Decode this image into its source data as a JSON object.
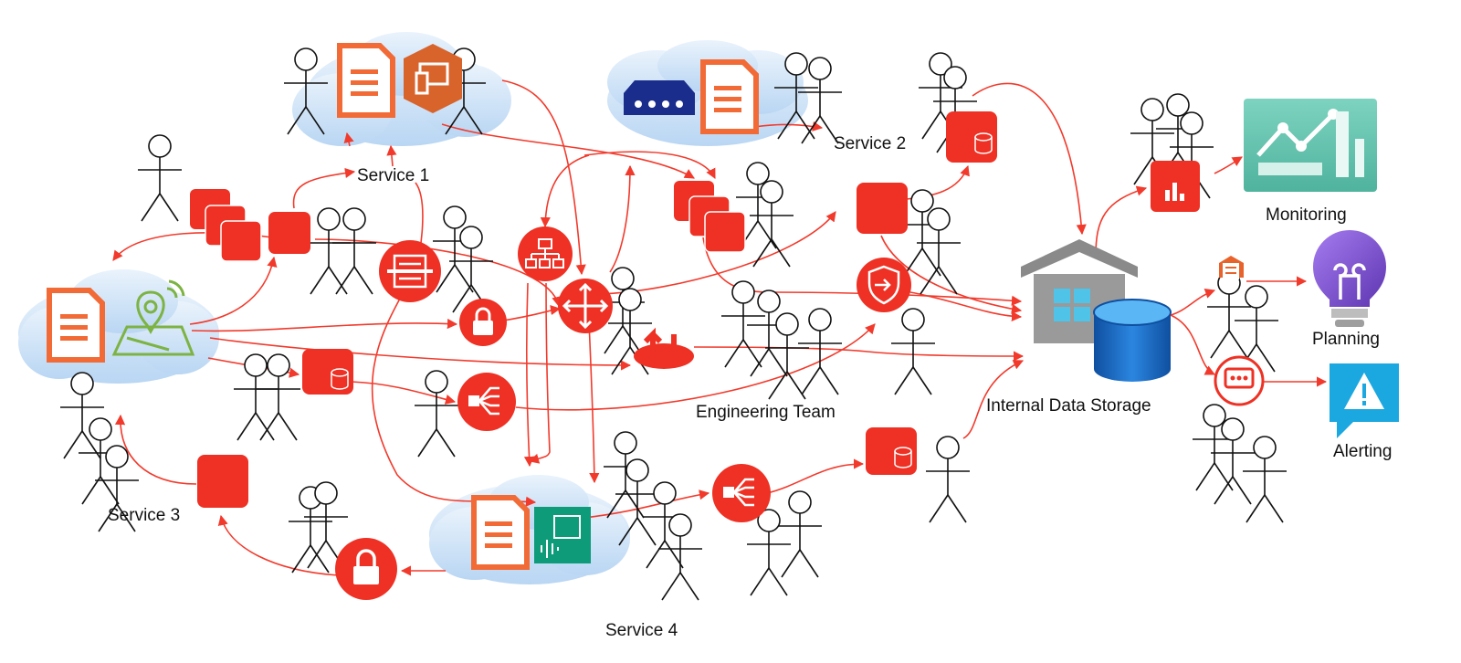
{
  "labels": {
    "service1": "Service 1",
    "service2": "Service 2",
    "service3": "Service 3",
    "service4": "Service 4",
    "engineering_team": "Engineering Team",
    "internal_data_storage": "Internal Data Storage",
    "monitoring": "Monitoring",
    "planning": "Planning",
    "alerting": "Alerting"
  },
  "colors": {
    "arrow": "#f23a2c",
    "node_red": "#ee3124",
    "cloud_fill": "#d9e9f8",
    "doc_orange": "#f26a35",
    "map_green": "#7cb342",
    "monitoring_teal": "#5fc2ad",
    "planning_purple": "#7e57c2",
    "alerting_blue": "#1ba8e0",
    "storage_blue": "#1b6bc4",
    "device_navy": "#1a2d8c"
  },
  "icons": [
    "cloud-icon",
    "document-icon",
    "devices-icon",
    "network-appliance-icon",
    "map-pin-icon",
    "speech-document-icon",
    "stacked-squares-icon",
    "square-node-icon",
    "database-node-icon",
    "firewall-icon",
    "hierarchy-icon",
    "router-icon",
    "lock-icon",
    "load-balancer-icon",
    "shield-icon",
    "transfer-icon",
    "warehouse-icon",
    "database-icon",
    "dashboard-icon",
    "lightbulb-icon",
    "alert-icon",
    "chat-icon",
    "stick-figure-icon"
  ]
}
